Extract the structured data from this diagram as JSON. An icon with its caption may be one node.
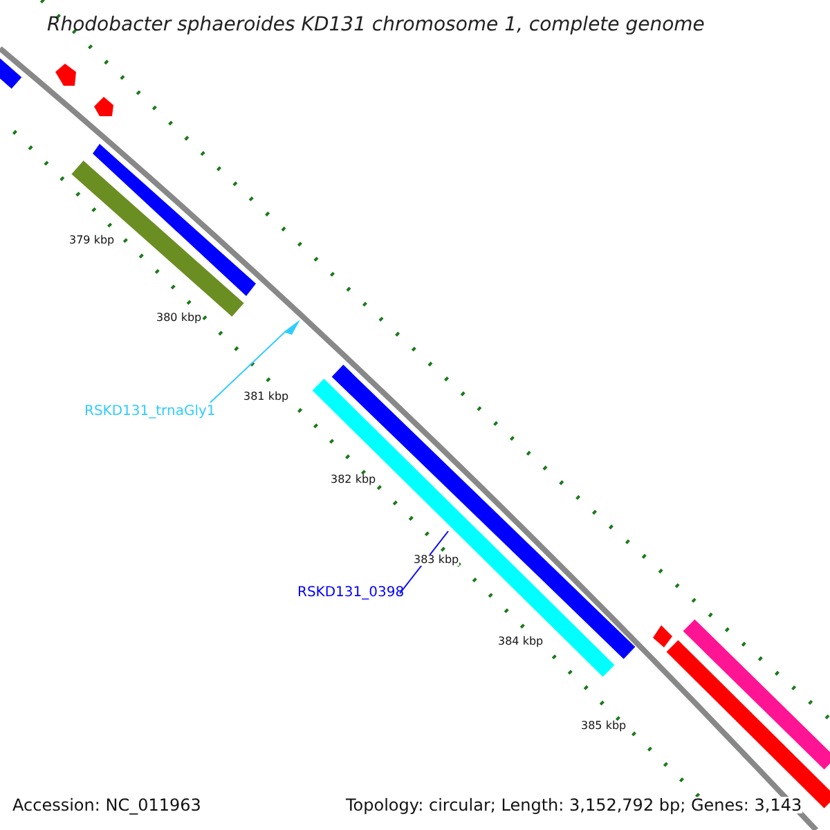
{
  "diagram": {
    "title": "Rhodobacter sphaeroides KD131 chromosome 1, complete genome",
    "nodes": [
      {
        "text": [
          "RSKD131_trnaGly1"
        ]
      },
      {
        "text": [],
        "shape": "arrow"
      },
      {
        "text": [
          "RSKD131_0398"
        ]
      },
      {
        "text": [],
        "shape": "bar"
      }
    ],
    "edges": [
      {
        "from": 0,
        "to": 1,
        "arrow": "none",
        "color": "#33ccff"
      },
      {
        "from": 2,
        "to": 3,
        "arrow": "none",
        "color": "#0000ff"
      }
    ],
    "labels": [
      "379 kbp",
      "380 kbp",
      "381 kbp",
      "382 kbp",
      "383 kbp",
      "384 kbp",
      "385 kbp",
      "Accession: NC_011963",
      "Topology: circular; Length: 3,152,792 bp; Genes: 3,143"
    ]
  }
}
